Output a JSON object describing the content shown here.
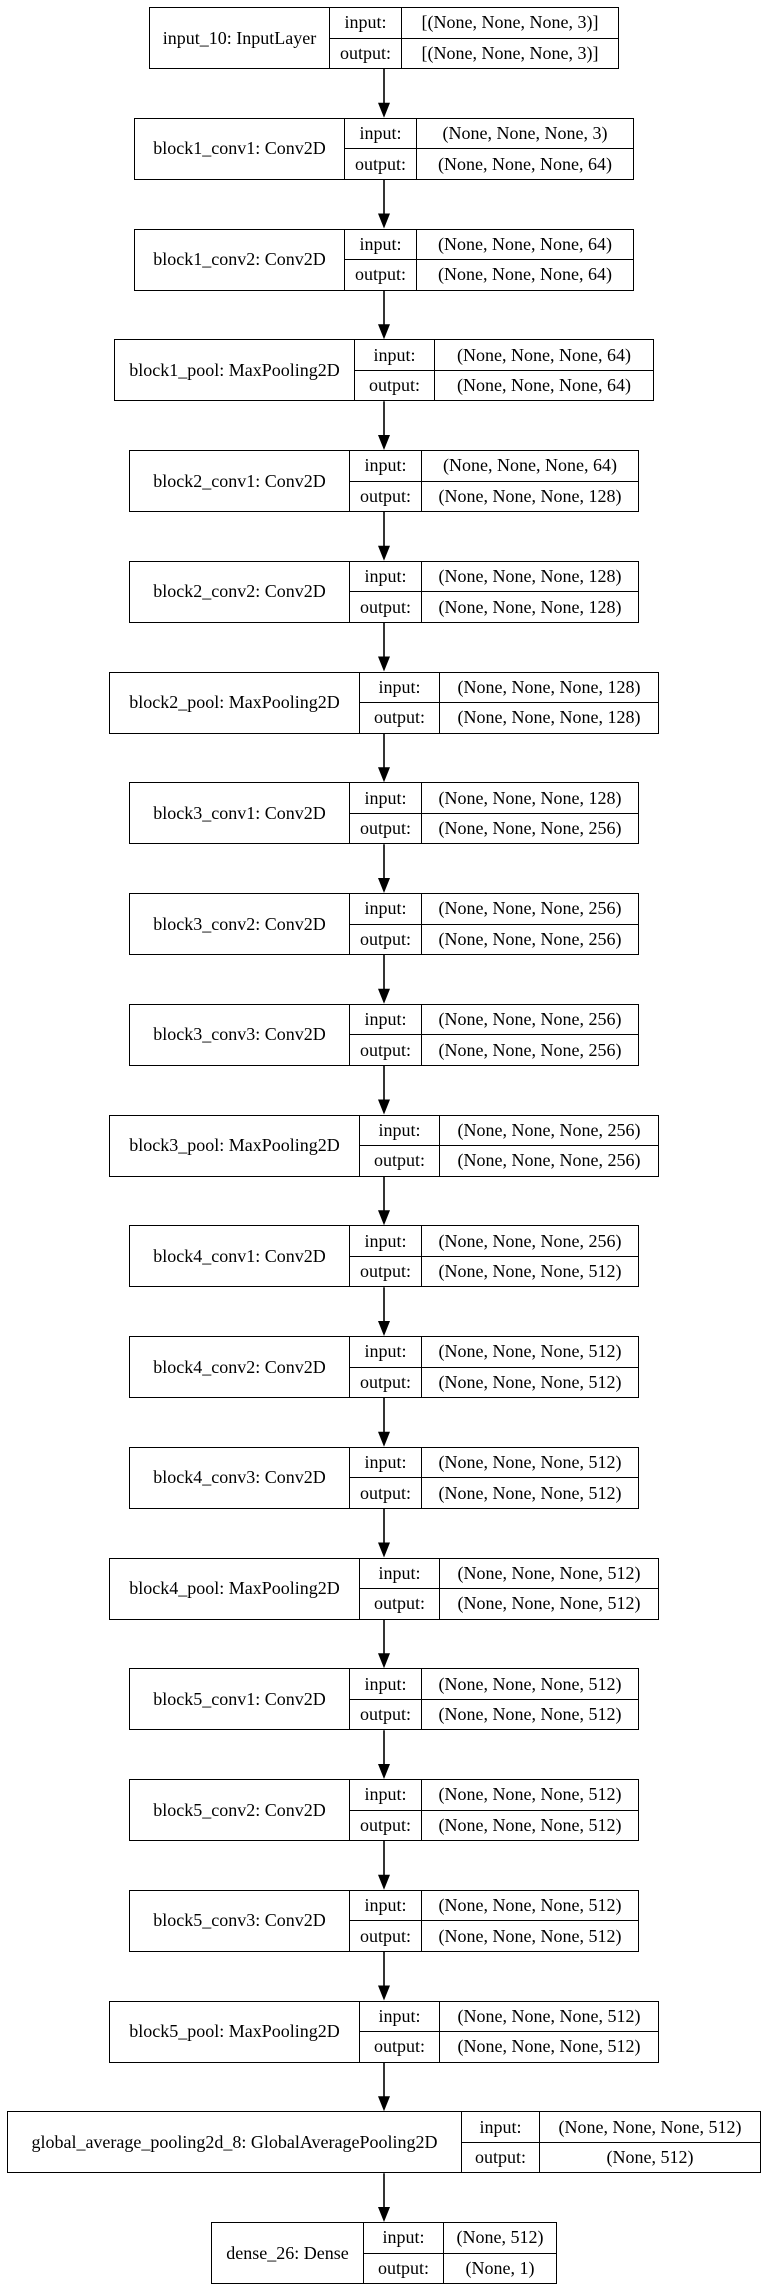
{
  "labels": {
    "input": "input:",
    "output": "output:"
  },
  "nodes": [
    {
      "name": "input_10: InputLayer",
      "input": "[(None, None, None, 3)]",
      "output": "[(None, None, None, 3)]"
    },
    {
      "name": "block1_conv1: Conv2D",
      "input": "(None, None, None, 3)",
      "output": "(None, None, None, 64)"
    },
    {
      "name": "block1_conv2: Conv2D",
      "input": "(None, None, None, 64)",
      "output": "(None, None, None, 64)"
    },
    {
      "name": "block1_pool: MaxPooling2D",
      "input": "(None, None, None, 64)",
      "output": "(None, None, None, 64)"
    },
    {
      "name": "block2_conv1: Conv2D",
      "input": "(None, None, None, 64)",
      "output": "(None, None, None, 128)"
    },
    {
      "name": "block2_conv2: Conv2D",
      "input": "(None, None, None, 128)",
      "output": "(None, None, None, 128)"
    },
    {
      "name": "block2_pool: MaxPooling2D",
      "input": "(None, None, None, 128)",
      "output": "(None, None, None, 128)"
    },
    {
      "name": "block3_conv1: Conv2D",
      "input": "(None, None, None, 128)",
      "output": "(None, None, None, 256)"
    },
    {
      "name": "block3_conv2: Conv2D",
      "input": "(None, None, None, 256)",
      "output": "(None, None, None, 256)"
    },
    {
      "name": "block3_conv3: Conv2D",
      "input": "(None, None, None, 256)",
      "output": "(None, None, None, 256)"
    },
    {
      "name": "block3_pool: MaxPooling2D",
      "input": "(None, None, None, 256)",
      "output": "(None, None, None, 256)"
    },
    {
      "name": "block4_conv1: Conv2D",
      "input": "(None, None, None, 256)",
      "output": "(None, None, None, 512)"
    },
    {
      "name": "block4_conv2: Conv2D",
      "input": "(None, None, None, 512)",
      "output": "(None, None, None, 512)"
    },
    {
      "name": "block4_conv3: Conv2D",
      "input": "(None, None, None, 512)",
      "output": "(None, None, None, 512)"
    },
    {
      "name": "block4_pool: MaxPooling2D",
      "input": "(None, None, None, 512)",
      "output": "(None, None, None, 512)"
    },
    {
      "name": "block5_conv1: Conv2D",
      "input": "(None, None, None, 512)",
      "output": "(None, None, None, 512)"
    },
    {
      "name": "block5_conv2: Conv2D",
      "input": "(None, None, None, 512)",
      "output": "(None, None, None, 512)"
    },
    {
      "name": "block5_conv3: Conv2D",
      "input": "(None, None, None, 512)",
      "output": "(None, None, None, 512)"
    },
    {
      "name": "block5_pool: MaxPooling2D",
      "input": "(None, None, None, 512)",
      "output": "(None, None, None, 512)"
    },
    {
      "name": "global_average_pooling2d_8: GlobalAveragePooling2D",
      "input": "(None, None, None, 512)",
      "output": "(None, 512)"
    },
    {
      "name": "dense_26: Dense",
      "input": "(None, 512)",
      "output": "(None, 1)"
    }
  ]
}
